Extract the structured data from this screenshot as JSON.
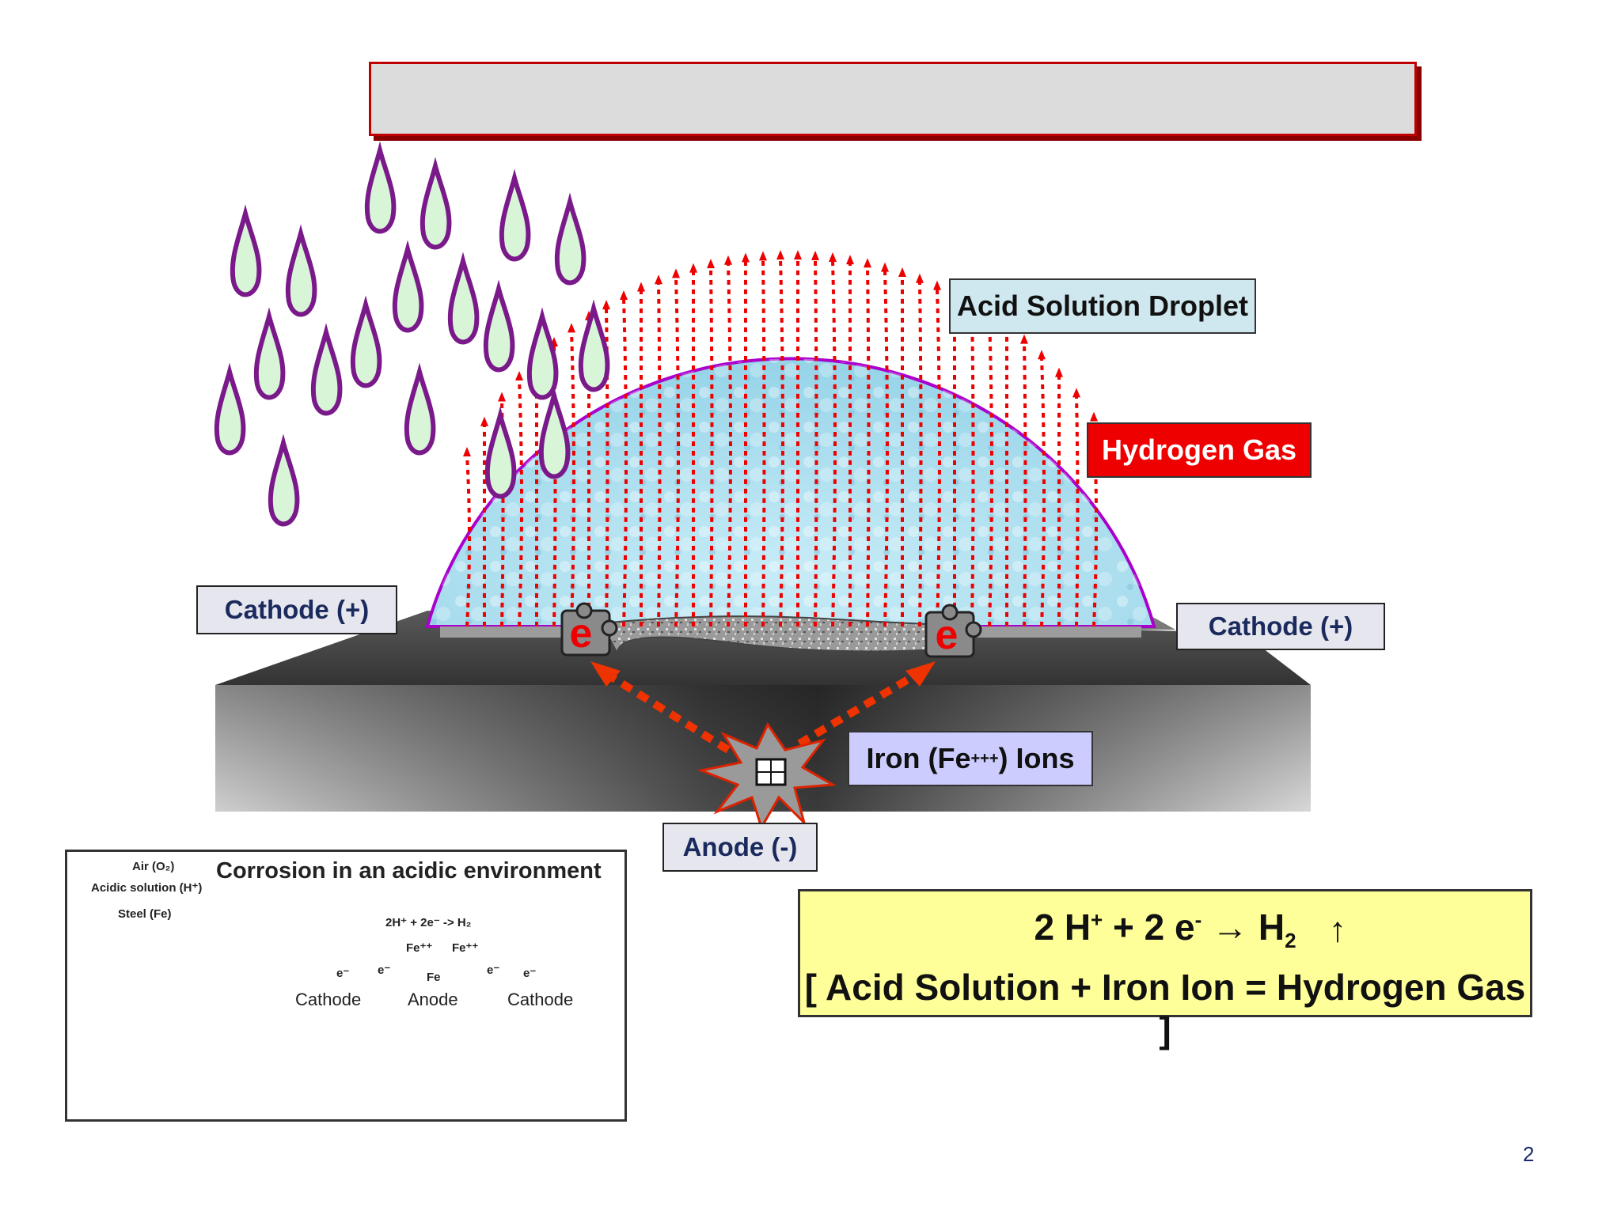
{
  "labels": {
    "acid_droplet": "Acid Solution Droplet",
    "hydrogen_gas": "Hydrogen Gas",
    "cathode_left": "Cathode (+)",
    "cathode_right": "Cathode (+)",
    "anode": "Anode (-)",
    "iron_ions_prefix": "Iron (Fe",
    "iron_ions_charge": "+++",
    "iron_ions_suffix": ") Ions",
    "electron": "e"
  },
  "equation": {
    "coef_h": "2 H",
    "h_charge": "+",
    "plus_e": " + 2 e",
    "e_charge": "-",
    "arrow": " → ",
    "h2": "H",
    "h2_sub": "2",
    "up_arrow": "↑",
    "line2": "[ Acid Solution + Iron Ion = Hydrogen Gas ]"
  },
  "inset": {
    "title": "Corrosion in an acidic environment",
    "air": "Air (O₂)",
    "acidic_solution": "Acidic solution (H⁺)",
    "steel": "Steel (Fe)",
    "reaction": "2H⁺ + 2e⁻ -> H₂",
    "fe_left": "Fe⁺⁺",
    "fe_right": "Fe⁺⁺",
    "fe": "Fe",
    "e_minus": "e⁻",
    "cathode_left": "Cathode",
    "anode": "Anode",
    "cathode_right": "Cathode"
  },
  "page_number": "2",
  "colors": {
    "title_border": "#c00000",
    "hydrogen_arrows": "#ee0000",
    "droplet_outline": "#aa00cc",
    "acid_drops": "#7a1a8a",
    "droplet_fill": "#a8d8ea",
    "equation_bg": "#ffff99",
    "iron_label_bg": "#ccccff",
    "hydrogen_label_bg": "#ee0000"
  }
}
